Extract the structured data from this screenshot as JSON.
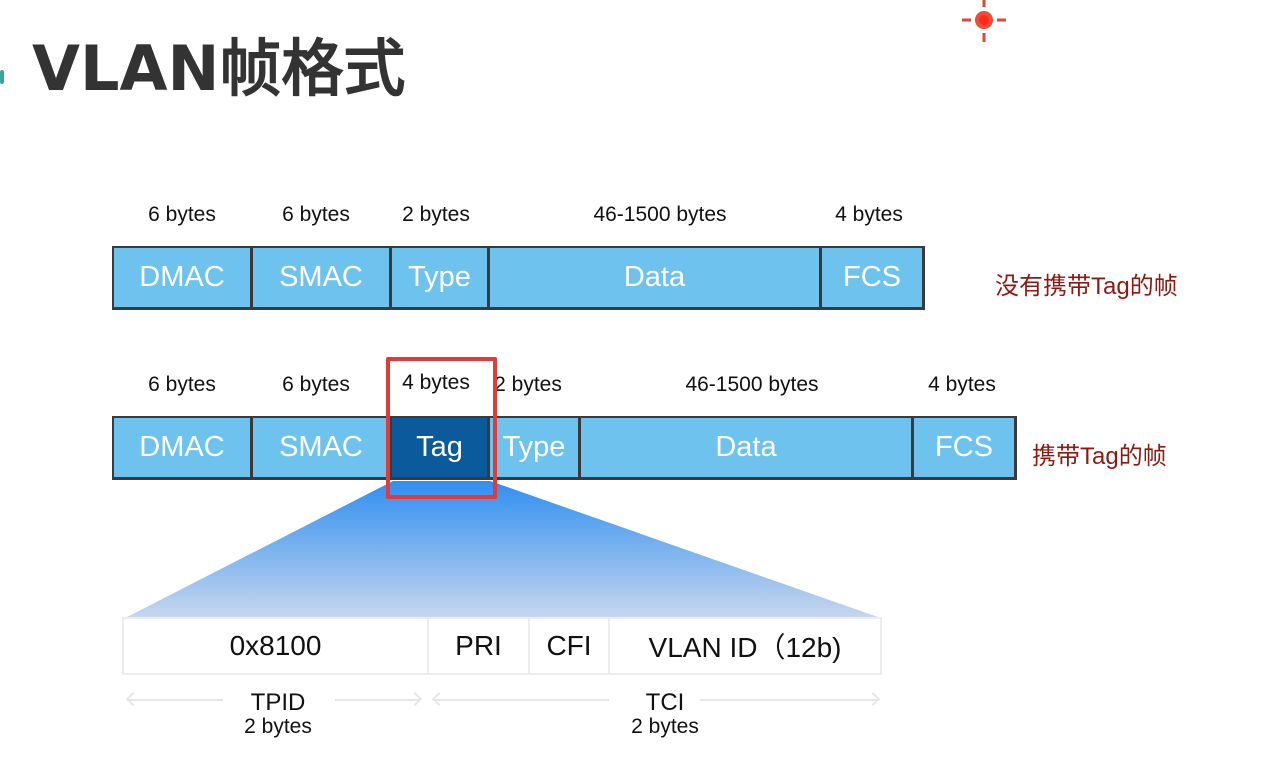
{
  "title": "VLAN帧格式",
  "untagged_frame": {
    "label": "没有携带Tag的帧",
    "fields": [
      {
        "name": "DMAC",
        "bytes": "6 bytes"
      },
      {
        "name": "SMAC",
        "bytes": "6 bytes"
      },
      {
        "name": "Type",
        "bytes": "2 bytes"
      },
      {
        "name": "Data",
        "bytes": "46-1500 bytes"
      },
      {
        "name": "FCS",
        "bytes": "4 bytes"
      }
    ]
  },
  "tagged_frame": {
    "label": "携带Tag的帧",
    "fields": [
      {
        "name": "DMAC",
        "bytes": "6 bytes"
      },
      {
        "name": "SMAC",
        "bytes": "6 bytes"
      },
      {
        "name": "Tag",
        "bytes": "4 bytes"
      },
      {
        "name": "Type",
        "bytes": "2 bytes"
      },
      {
        "name": "Data",
        "bytes": "46-1500 bytes"
      },
      {
        "name": "FCS",
        "bytes": "4 bytes"
      }
    ]
  },
  "tag_detail": {
    "fields": [
      "0x8100",
      "PRI",
      "CFI",
      "VLAN ID（12b)"
    ],
    "groups": [
      {
        "name": "TPID",
        "bytes": "2 bytes"
      },
      {
        "name": "TCI",
        "bytes": "2 bytes"
      }
    ]
  },
  "colors": {
    "field_fill": "#6ec3ee",
    "tag_fill": "#0a5a9c",
    "highlight": "#e33a37",
    "label_text": "#8b1a13",
    "funnel_top": "#2f8ff0",
    "funnel_bottom": "#c6d6ee"
  },
  "icons": {
    "pointer": "laser-pointer-icon"
  }
}
